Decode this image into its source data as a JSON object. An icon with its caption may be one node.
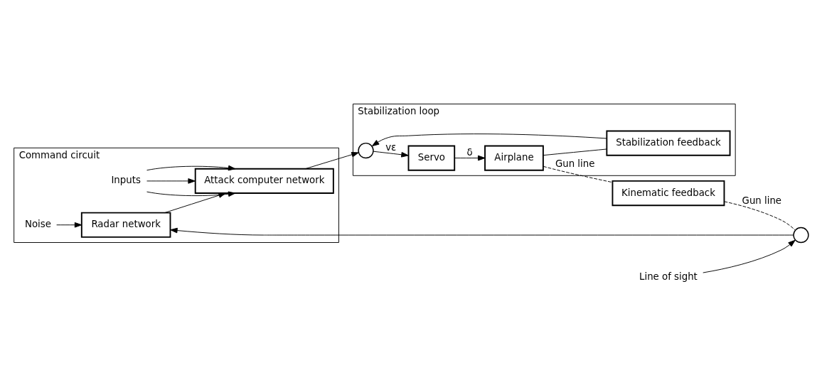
{
  "diagram": {
    "nodes": [
      {
        "text": [
          "Command circuit"
        ]
      },
      {
        "text": [
          "Stabilization loop"
        ]
      },
      {
        "text": [
          "Line of sight"
        ]
      },
      {
        "text": [],
        "shape": "circle"
      },
      {
        "text": [
          "Noise"
        ],
        "in": 0
      },
      {
        "text": [
          "Inputs"
        ],
        "in": 0
      },
      {
        "text": [
          "Radar network"
        ],
        "in": 0
      },
      {
        "text": [
          "Attack computer network"
        ],
        "in": 0
      },
      {
        "text": [],
        "shape": "circle",
        "in": 1
      },
      {
        "text": [
          "Servo"
        ],
        "in": 1
      },
      {
        "text": [
          "Airplane"
        ],
        "in": 1
      },
      {
        "text": [
          "Stabilization feedback"
        ],
        "in": 1
      },
      {
        "text": [
          "Kinematic feedback"
        ]
      }
    ],
    "edges": [
      {
        "from": 2,
        "to": 3,
        "arrow": "to"
      },
      {
        "from": 3,
        "to": 6,
        "arrow": "to"
      },
      {
        "from": 4,
        "to": 6,
        "arrow": "to"
      },
      {
        "from": 5,
        "to": 7,
        "arrow": "to"
      },
      {
        "from": 5,
        "to": 7,
        "arrow": "to"
      },
      {
        "from": 5,
        "to": 7,
        "arrow": "to"
      },
      {
        "from": 6,
        "to": 7,
        "arrow": "to"
      },
      {
        "from": 7,
        "to": 8,
        "arrow": "to"
      },
      {
        "from": 8,
        "to": 9,
        "arrow": "to",
        "label": "vε"
      },
      {
        "from": 9,
        "to": 10,
        "arrow": "to",
        "label": "δ"
      },
      {
        "from": 10,
        "to": 11,
        "arrow": "none"
      },
      {
        "from": 11,
        "to": 8,
        "arrow": "to"
      },
      {
        "from": 10,
        "to": 12,
        "arrow": "none",
        "style": "dashed",
        "label": "Gun line"
      },
      {
        "from": 12,
        "to": 3,
        "arrow": "none",
        "style": "dashed",
        "label": "Gun line"
      }
    ]
  }
}
